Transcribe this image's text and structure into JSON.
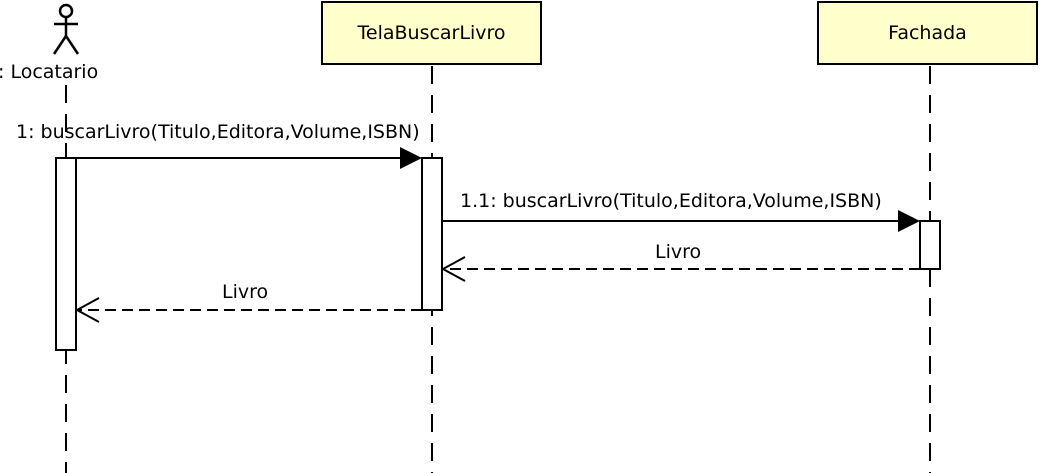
{
  "participants": {
    "actor": {
      "label": ": Locatario",
      "kind": "actor"
    },
    "tela": {
      "label": "TelaBuscarLivro",
      "kind": "object"
    },
    "fachada": {
      "label": "Fachada",
      "kind": "object"
    }
  },
  "messages": {
    "m1": {
      "label": "1: buscarLivro(Titulo,Editora,Volume,ISBN)",
      "from": "actor",
      "to": "tela",
      "kind": "sync"
    },
    "m1_1": {
      "label": "1.1: buscarLivro(Titulo,Editora,Volume,ISBN)",
      "from": "tela",
      "to": "fachada",
      "kind": "sync"
    },
    "r1_1": {
      "label": "Livro",
      "from": "fachada",
      "to": "tela",
      "kind": "return"
    },
    "r1": {
      "label": "Livro",
      "from": "tela",
      "to": "actor",
      "kind": "return"
    }
  },
  "colors": {
    "object_fill": "#ffffcc",
    "activation_fill": "#ffffff",
    "line": "#000000",
    "background": "#ffffff"
  }
}
